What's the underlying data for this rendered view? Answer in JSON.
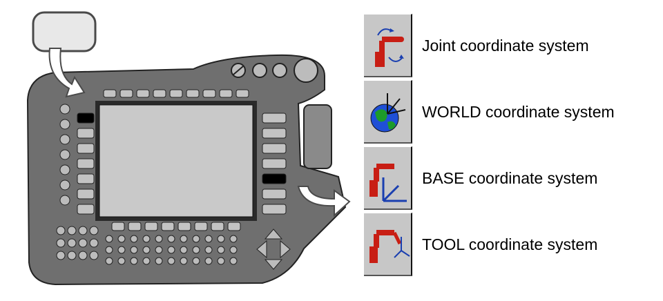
{
  "coordinate_systems": [
    {
      "label": "Joint coordinate system",
      "icon": "robot-joint-icon"
    },
    {
      "label": "WORLD coordinate system",
      "icon": "globe-axes-icon"
    },
    {
      "label": "BASE coordinate system",
      "icon": "robot-base-icon"
    },
    {
      "label": "TOOL coordinate system",
      "icon": "robot-tool-icon"
    }
  ],
  "colors": {
    "pendant_body": "#6f6f6f",
    "screen": "#c9c9c9",
    "keys": "#c3c3c3",
    "robot": "#c81e14",
    "axes": "#1a3fb0",
    "globe_land": "#1d9b2a",
    "globe_sea": "#1f4fd6"
  }
}
